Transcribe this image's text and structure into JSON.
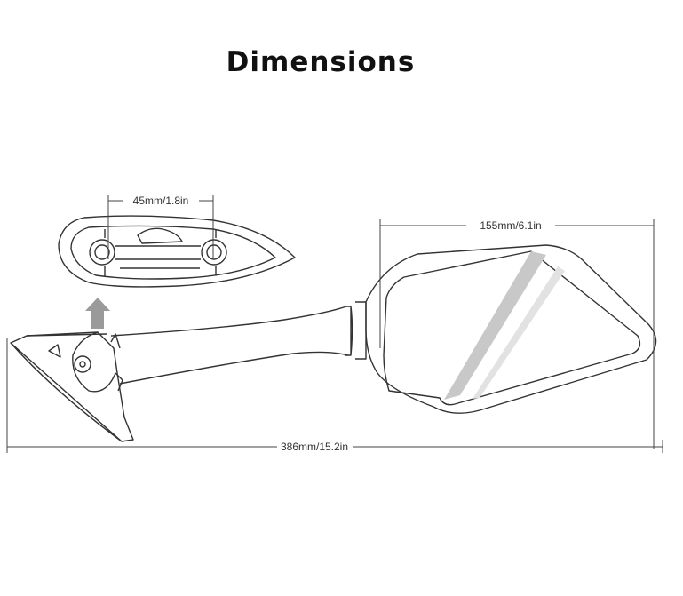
{
  "title": "Dimensions",
  "dimensions": {
    "mount_hole_spacing": "45mm/1.8in",
    "mirror_width": "155mm/6.1in",
    "overall_length": "386mm/15.2in"
  },
  "colors": {
    "line": "#333333",
    "stripe_dark": "#c8c8c8",
    "stripe_light": "#e2e2e2",
    "arrow": "#9a9a9a"
  }
}
